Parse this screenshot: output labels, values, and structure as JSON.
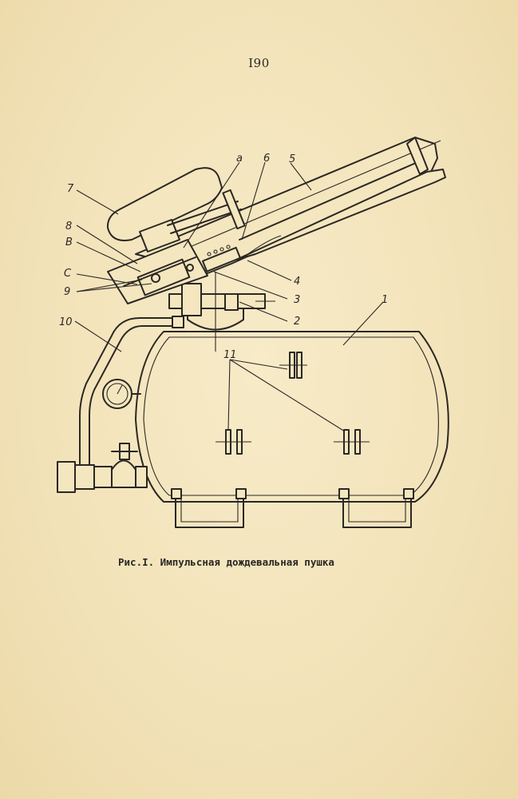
{
  "page": {
    "number": "I90"
  },
  "figure": {
    "caption": "Рис.I. Импульсная дождевальная пушка",
    "labels": {
      "l1": "1",
      "l2": "2",
      "l3": "3",
      "l4": "4",
      "l5": "5",
      "l6": "6",
      "l7": "7",
      "l8": "8",
      "l9": "9",
      "l10": "10",
      "l11": "11",
      "la": "a",
      "lb": "B",
      "lc": "C"
    }
  }
}
